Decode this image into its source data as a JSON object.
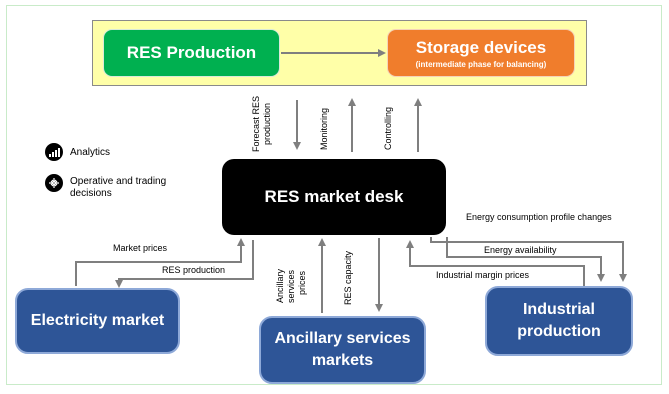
{
  "nodes": {
    "res_production": "RES Production",
    "storage_title": "Storage devices",
    "storage_subtitle": "(intermediate phase for balancing)",
    "market_desk": "RES market desk",
    "electricity_market": "Electricity market",
    "ancillary_line1": "Ancillary services",
    "ancillary_line2": "markets",
    "industrial_line1": "Industrial",
    "industrial_line2": "production"
  },
  "legend": {
    "analytics": "Analytics",
    "operative_line1": "Operative and trading",
    "operative_line2": "decisions"
  },
  "edge_labels": {
    "forecast_line1": "Forecast RES",
    "forecast_line2": "production",
    "monitoring": "Monitoring",
    "controlling": "Controlling",
    "market_prices": "Market prices",
    "res_production": "RES production",
    "ancillary_line1": "Ancillary",
    "ancillary_line2": "services",
    "ancillary_line3": "prices",
    "res_capacity": "RES capacity",
    "energy_consumption": "Energy consumption profile changes",
    "energy_availability": "Energy availability",
    "industrial_margin": "Industrial margin prices"
  },
  "colors": {
    "res_production": "#00b050",
    "storage": "#f07d2c",
    "desk": "#000000",
    "market_boxes": "#2e5597",
    "top_band": "#ffffa8",
    "arrows": "#7f7f7f"
  }
}
